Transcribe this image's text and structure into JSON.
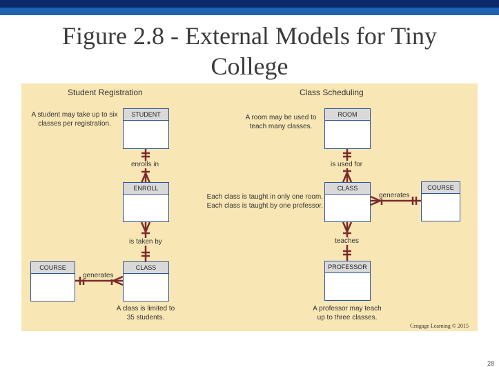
{
  "slide": {
    "title_line1": "Figure 2.8 - External Models for Tiny",
    "title_line2": "College",
    "credit": "Cengage Learning © 2015",
    "page_number": "28"
  },
  "student_registration": {
    "title": "Student Registration",
    "entities": {
      "student": "STUDENT",
      "enroll": "ENROLL",
      "class": "CLASS",
      "course": "COURSE"
    },
    "relationships": {
      "enrolls_in": "enrolls in",
      "is_taken_by": "is taken by",
      "generates": "generates"
    },
    "notes": {
      "student_line1": "A student may take up to six",
      "student_line2": "classes per registration.",
      "class_line1": "A class is limited to",
      "class_line2": "35 students."
    }
  },
  "class_scheduling": {
    "title": "Class Scheduling",
    "entities": {
      "room": "ROOM",
      "class": "CLASS",
      "course": "COURSE",
      "professor": "PROFESSOR"
    },
    "relationships": {
      "is_used_for": "is used for",
      "generates": "generates",
      "teaches": "teaches"
    },
    "notes": {
      "room_line1": "A room may be used to",
      "room_line2": "teach many classes.",
      "class_line1": "Each class is taught in only one room.",
      "class_line2": "Each class is taught by one professor.",
      "professor_line1": "A professor may teach",
      "professor_line2": "up to three classes."
    }
  },
  "colors": {
    "top_band_dark": "#0c2a6b",
    "top_band_light": "#1f63b3",
    "panel_background": "#f8e6b4",
    "relationship_line": "#7b2a2a",
    "entity_border": "#2f5597",
    "entity_header": "#d9d9d9"
  }
}
